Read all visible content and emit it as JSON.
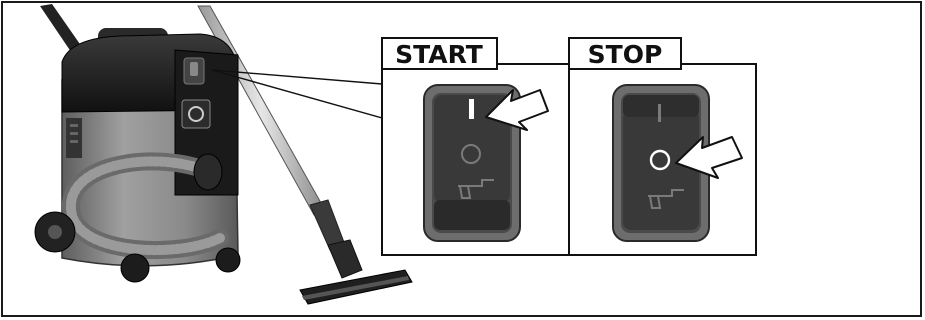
{
  "panels": {
    "start": {
      "label": "START",
      "switch_state": "on"
    },
    "stop": {
      "label": "STOP",
      "switch_state": "off"
    }
  },
  "switch_symbols": {
    "on": "I",
    "off": "O",
    "tool_icon": "power-tool-icon"
  },
  "colors": {
    "frame": "#1a1a1a",
    "switch_body": "#6d6d6d",
    "switch_face": "#3a3a3a",
    "vacuum_body": "#8a8a8a",
    "vacuum_top": "#1e1e1e"
  }
}
